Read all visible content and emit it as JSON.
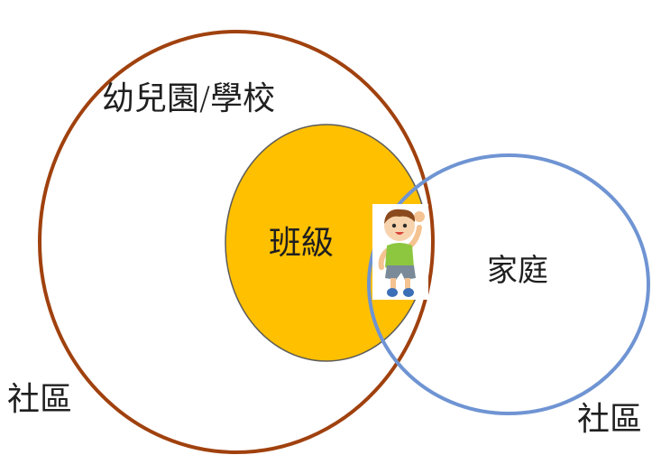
{
  "colors": {
    "background": "#ffffff",
    "school_ring": "#a0410e",
    "family_ring": "#6f94d3",
    "class_fill": "#ffc000",
    "class_stroke": "#5b5b5b"
  },
  "labels": {
    "school": "幼兒園/學校",
    "class": "班級",
    "family": "家庭",
    "community_left": "社區",
    "community_right": "社區"
  },
  "child_figure": {
    "icon": "child-cheering-icon"
  }
}
